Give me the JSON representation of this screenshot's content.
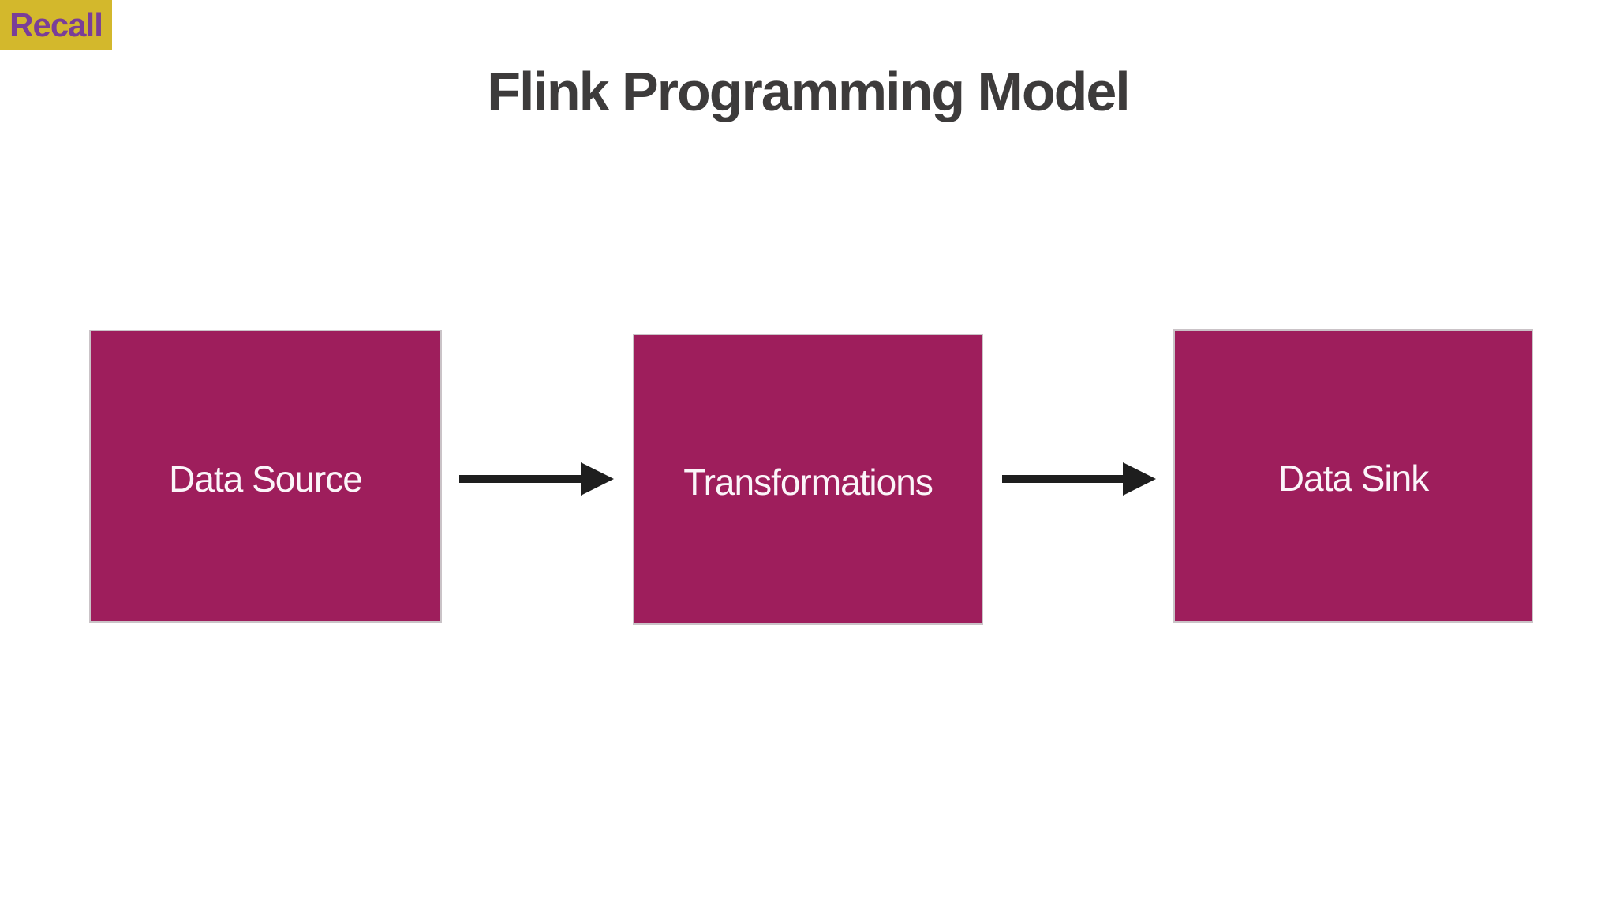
{
  "theme": {
    "page_bg": "#ffffff"
  },
  "badge": {
    "label": "Recall",
    "bg_color": "#d3b82c",
    "text_color": "#7a3e98"
  },
  "title": {
    "text": "Flink Programming Model",
    "color": "#3d3b3b"
  },
  "diagram": {
    "type": "flow",
    "direction": "left-to-right",
    "box_fill": "#9e1e5c",
    "box_border": "#cac3c7",
    "label_color": "#fbf5f9",
    "arrow_color": "#1e1e1e",
    "nodes": [
      {
        "id": "data-source",
        "label": "Data Source"
      },
      {
        "id": "transformations",
        "label": "Transformations"
      },
      {
        "id": "data-sink",
        "label": "Data Sink"
      }
    ],
    "edges": [
      {
        "from": "data-source",
        "to": "transformations"
      },
      {
        "from": "transformations",
        "to": "data-sink"
      }
    ]
  }
}
